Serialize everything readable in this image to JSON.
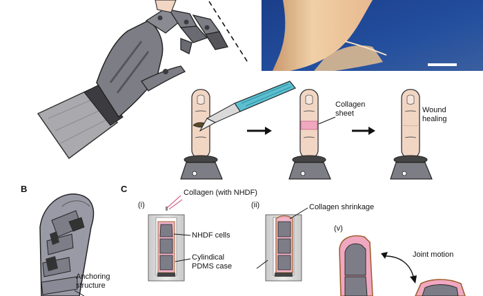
{
  "panels": {
    "b": "B",
    "c": "C"
  },
  "labels": {
    "collagen_sheet": "Collagen\nsheet",
    "wound_healing": "Wound\nhealing",
    "anchoring_structure": "Anchoring\nstructure",
    "collagen_nhdf": "Collagen (with NHDF)",
    "nhdf_cells": "NHDF cells",
    "pdms_case": "Cylindical\nPDMS case",
    "collagen_shrinkage": "Collagen shrinkage",
    "joint_motion": "Joint motion"
  },
  "steps": {
    "i": "(i)",
    "ii": "(ii)",
    "v": "(v)"
  },
  "colors": {
    "robot_gray": "#7d7d85",
    "robot_dark": "#3c3c40",
    "skin": "#f2d6c4",
    "collagen_pink": "#f0a8c0",
    "scalpel_blue": "#5bbfd0",
    "pdms_gray": "#d8d8d8",
    "photo_blue": "#1d3f8c"
  }
}
